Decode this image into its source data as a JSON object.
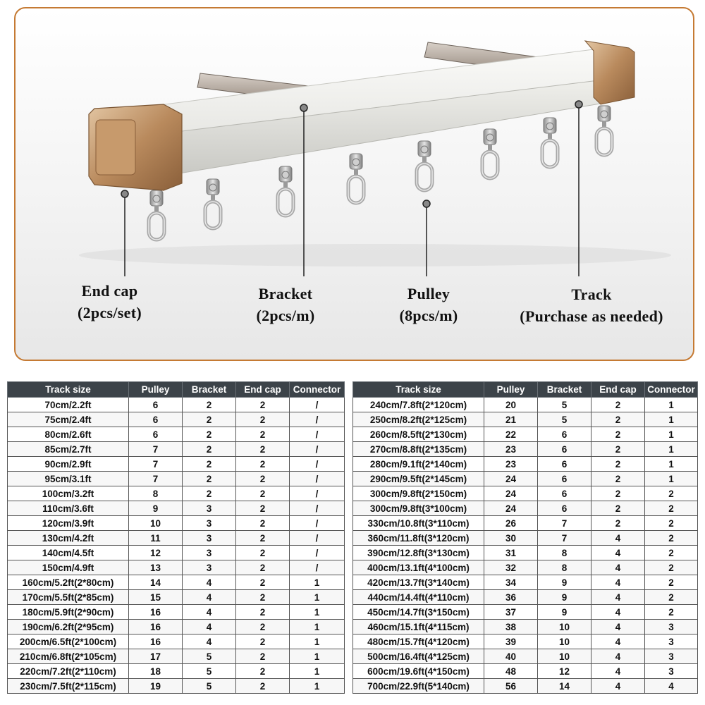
{
  "callouts": {
    "end_cap": {
      "name": "End cap",
      "qty": "(2pcs/set)"
    },
    "bracket": {
      "name": "Bracket",
      "qty": "(2pcs/m)"
    },
    "pulley": {
      "name": "Pulley",
      "qty": "(8pcs/m)"
    },
    "track": {
      "name": "Track",
      "qty": "(Purchase as needed)"
    }
  },
  "colors": {
    "frame": "#c57a33",
    "header_bg": "#3c4349",
    "track": "#e8e8e4",
    "cap": "#c9a27a",
    "metal": "#b8b8b8"
  },
  "table": {
    "headers": [
      "Track size",
      "Pulley",
      "Bracket",
      "End cap",
      "Connector"
    ],
    "left_rows": [
      [
        "70cm/2.2ft",
        "6",
        "2",
        "2",
        "/"
      ],
      [
        "75cm/2.4ft",
        "6",
        "2",
        "2",
        "/"
      ],
      [
        "80cm/2.6ft",
        "6",
        "2",
        "2",
        "/"
      ],
      [
        "85cm/2.7ft",
        "7",
        "2",
        "2",
        "/"
      ],
      [
        "90cm/2.9ft",
        "7",
        "2",
        "2",
        "/"
      ],
      [
        "95cm/3.1ft",
        "7",
        "2",
        "2",
        "/"
      ],
      [
        "100cm/3.2ft",
        "8",
        "2",
        "2",
        "/"
      ],
      [
        "110cm/3.6ft",
        "9",
        "3",
        "2",
        "/"
      ],
      [
        "120cm/3.9ft",
        "10",
        "3",
        "2",
        "/"
      ],
      [
        "130cm/4.2ft",
        "11",
        "3",
        "2",
        "/"
      ],
      [
        "140cm/4.5ft",
        "12",
        "3",
        "2",
        "/"
      ],
      [
        "150cm/4.9ft",
        "13",
        "3",
        "2",
        "/"
      ],
      [
        "160cm/5.2ft(2*80cm)",
        "14",
        "4",
        "2",
        "1"
      ],
      [
        "170cm/5.5ft(2*85cm)",
        "15",
        "4",
        "2",
        "1"
      ],
      [
        "180cm/5.9ft(2*90cm)",
        "16",
        "4",
        "2",
        "1"
      ],
      [
        "190cm/6.2ft(2*95cm)",
        "16",
        "4",
        "2",
        "1"
      ],
      [
        "200cm/6.5ft(2*100cm)",
        "16",
        "4",
        "2",
        "1"
      ],
      [
        "210cm/6.8ft(2*105cm)",
        "17",
        "5",
        "2",
        "1"
      ],
      [
        "220cm/7.2ft(2*110cm)",
        "18",
        "5",
        "2",
        "1"
      ],
      [
        "230cm/7.5ft(2*115cm)",
        "19",
        "5",
        "2",
        "1"
      ]
    ],
    "right_rows": [
      [
        "240cm/7.8ft(2*120cm)",
        "20",
        "5",
        "2",
        "1"
      ],
      [
        "250cm/8.2ft(2*125cm)",
        "21",
        "5",
        "2",
        "1"
      ],
      [
        "260cm/8.5ft(2*130cm)",
        "22",
        "6",
        "2",
        "1"
      ],
      [
        "270cm/8.8ft(2*135cm)",
        "23",
        "6",
        "2",
        "1"
      ],
      [
        "280cm/9.1ft(2*140cm)",
        "23",
        "6",
        "2",
        "1"
      ],
      [
        "290cm/9.5ft(2*145cm)",
        "24",
        "6",
        "2",
        "1"
      ],
      [
        "300cm/9.8ft(2*150cm)",
        "24",
        "6",
        "2",
        "2"
      ],
      [
        "300cm/9.8ft(3*100cm)",
        "24",
        "6",
        "2",
        "2"
      ],
      [
        "330cm/10.8ft(3*110cm)",
        "26",
        "7",
        "2",
        "2"
      ],
      [
        "360cm/11.8ft(3*120cm)",
        "30",
        "7",
        "4",
        "2"
      ],
      [
        "390cm/12.8ft(3*130cm)",
        "31",
        "8",
        "4",
        "2"
      ],
      [
        "400cm/13.1ft(4*100cm)",
        "32",
        "8",
        "4",
        "2"
      ],
      [
        "420cm/13.7ft(3*140cm)",
        "34",
        "9",
        "4",
        "2"
      ],
      [
        "440cm/14.4ft(4*110cm)",
        "36",
        "9",
        "4",
        "2"
      ],
      [
        "450cm/14.7ft(3*150cm)",
        "37",
        "9",
        "4",
        "2"
      ],
      [
        "460cm/15.1ft(4*115cm)",
        "38",
        "10",
        "4",
        "3"
      ],
      [
        "480cm/15.7ft(4*120cm)",
        "39",
        "10",
        "4",
        "3"
      ],
      [
        "500cm/16.4ft(4*125cm)",
        "40",
        "10",
        "4",
        "3"
      ],
      [
        "600cm/19.6ft(4*150cm)",
        "48",
        "12",
        "4",
        "3"
      ],
      [
        "700cm/22.9ft(5*140cm)",
        "56",
        "14",
        "4",
        "4"
      ]
    ]
  }
}
